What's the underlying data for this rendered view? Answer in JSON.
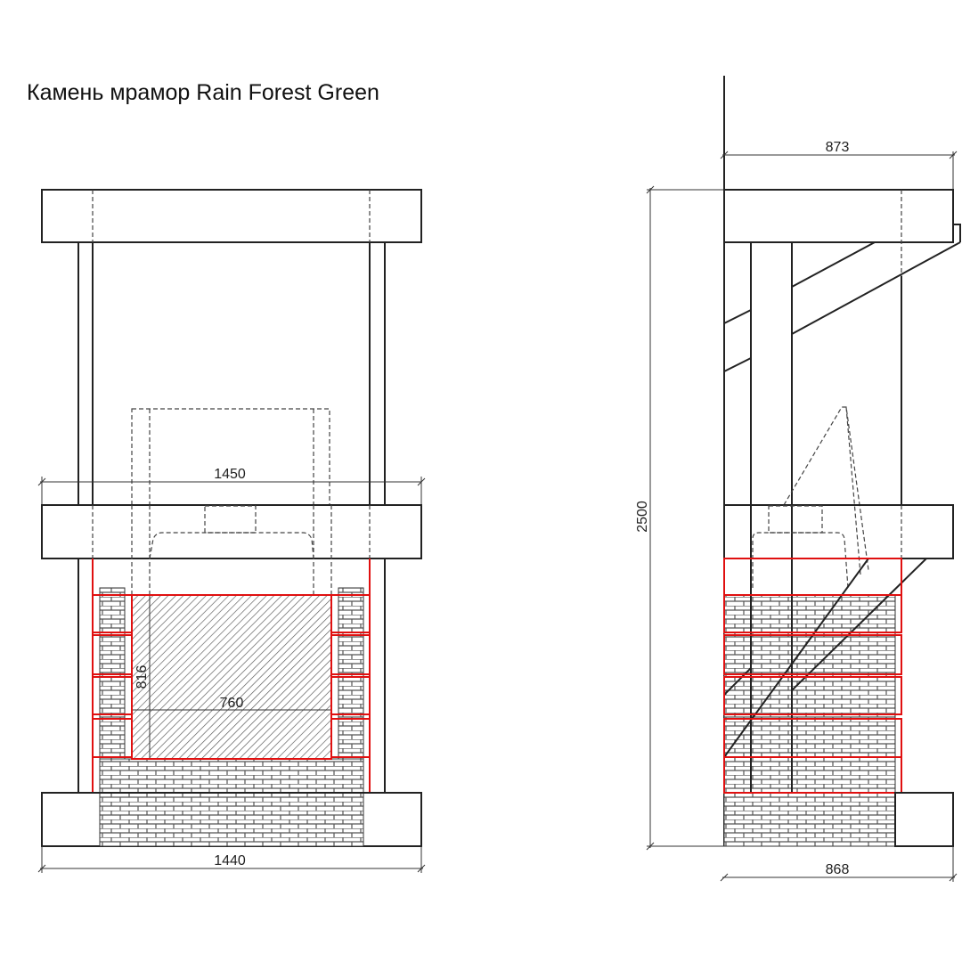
{
  "title": "Камень мрамор Rain Forest Green",
  "front_view": {
    "dim_top_width": "1450",
    "dim_base_width": "1440",
    "dim_firebox_height": "816",
    "dim_firebox_width": "760"
  },
  "side_view": {
    "dim_top_depth": "873",
    "dim_base_depth": "868",
    "dim_total_height": "2500"
  },
  "colors": {
    "outline": "#222222",
    "highlight": "#e01010"
  }
}
